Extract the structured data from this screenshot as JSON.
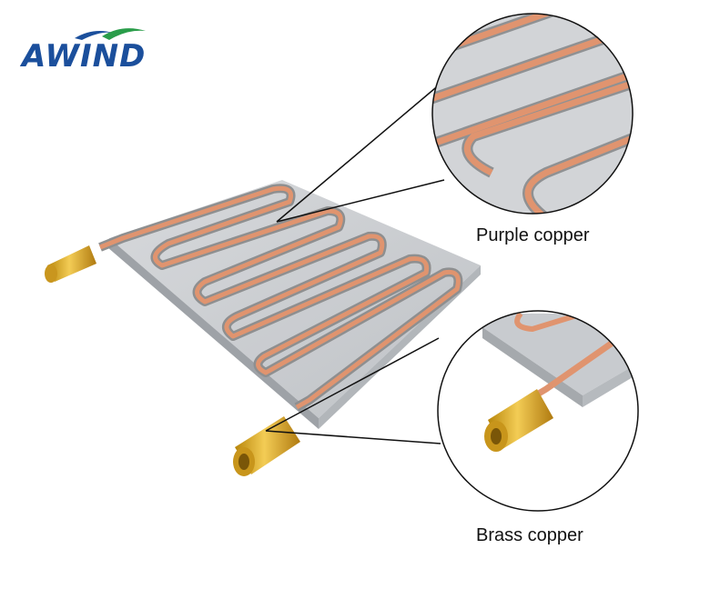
{
  "logo": {
    "text": "AWIND",
    "icon": "wave-leaf-icon",
    "color": "#1b4f9c",
    "accent": "#2a9d4a"
  },
  "callouts": {
    "top": {
      "label": "Purple copper"
    },
    "bottom": {
      "label": "Brass copper"
    }
  },
  "colors": {
    "aluminum": "#c9ccd0",
    "copper": "#e0946f",
    "brass": "#d9a520"
  }
}
